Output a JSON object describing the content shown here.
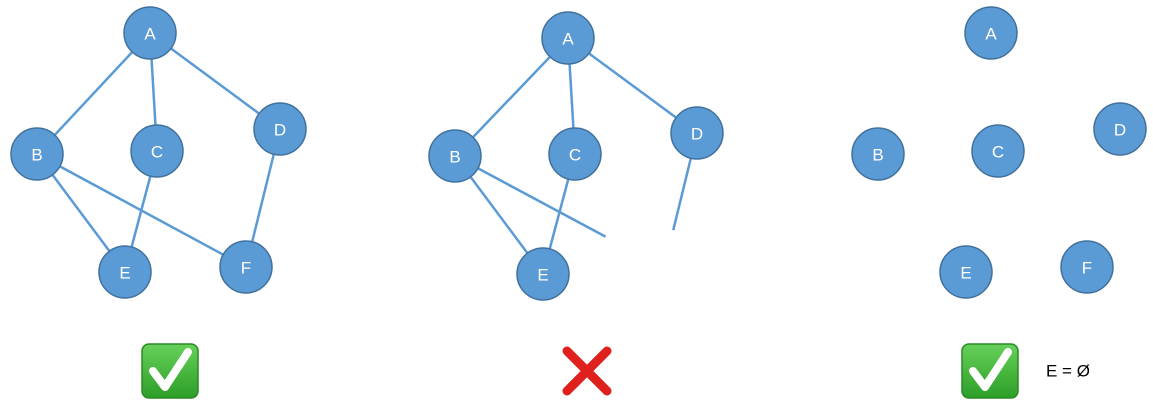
{
  "graphs": [
    {
      "nodes": [
        {
          "id": "A",
          "label": "A"
        },
        {
          "id": "B",
          "label": "B"
        },
        {
          "id": "C",
          "label": "C"
        },
        {
          "id": "D",
          "label": "D"
        },
        {
          "id": "E",
          "label": "E"
        },
        {
          "id": "F",
          "label": "F"
        }
      ],
      "edges": [
        [
          "A",
          "B"
        ],
        [
          "A",
          "C"
        ],
        [
          "A",
          "D"
        ],
        [
          "B",
          "E"
        ],
        [
          "B",
          "F"
        ],
        [
          "C",
          "E"
        ],
        [
          "D",
          "F"
        ]
      ],
      "verdict": "valid"
    },
    {
      "nodes": [
        {
          "id": "A",
          "label": "A"
        },
        {
          "id": "B",
          "label": "B"
        },
        {
          "id": "C",
          "label": "C"
        },
        {
          "id": "D",
          "label": "D"
        },
        {
          "id": "E",
          "label": "E"
        }
      ],
      "edges": [
        [
          "A",
          "B"
        ],
        [
          "A",
          "C"
        ],
        [
          "A",
          "D"
        ],
        [
          "B",
          "E"
        ],
        [
          "C",
          "E"
        ]
      ],
      "dangling_edges": [
        {
          "from": "B",
          "toward": "F"
        },
        {
          "from": "D",
          "toward": "F"
        }
      ],
      "verdict": "invalid"
    },
    {
      "nodes": [
        {
          "id": "A",
          "label": "A"
        },
        {
          "id": "B",
          "label": "B"
        },
        {
          "id": "C",
          "label": "C"
        },
        {
          "id": "D",
          "label": "D"
        },
        {
          "id": "E",
          "label": "E"
        },
        {
          "id": "F",
          "label": "F"
        }
      ],
      "edges": [],
      "verdict": "valid",
      "caption": "E = Ø"
    }
  ],
  "colors": {
    "node_fill": "#5b9bd5",
    "node_stroke": "#41719c",
    "edge": "#5b9bd5",
    "check_bg": "#3fb837",
    "check_mark": "#ffffff",
    "cross": "#e0201d"
  },
  "icons": {
    "valid": "check-mark-icon",
    "invalid": "cross-mark-icon"
  }
}
